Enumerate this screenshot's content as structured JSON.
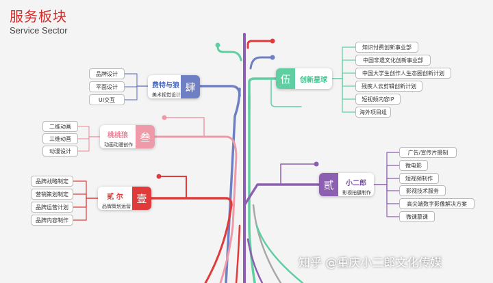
{
  "title": {
    "cn": "服务板块",
    "en": "Service Sector"
  },
  "colors": {
    "red": "#e03a3a",
    "pink": "#ef9aa8",
    "blue": "#6f7fc4",
    "green": "#5fcfa2",
    "purple": "#8c5fb0",
    "gray": "#a8a8a8"
  },
  "branches": {
    "si": {
      "name": "费特与狼",
      "sub": "美术视觉设计",
      "badge": "肆",
      "leaves": [
        "品牌设计",
        "平面设计",
        "UI交互"
      ]
    },
    "san": {
      "name": "桃桃狼",
      "sub": "动画动漫创作",
      "badge": "叁",
      "leaves": [
        "二维动画",
        "三维动画",
        "动漫设计"
      ]
    },
    "yi": {
      "name": "贰 尔",
      "sub": "品牌策划运营",
      "badge": "壹",
      "leaves": [
        "品牌战略制定",
        "营销策划制定",
        "品牌运营计划",
        "品牌内容制作"
      ]
    },
    "wu": {
      "name": "创新星球",
      "sub": "",
      "badge": "伍",
      "leaves": [
        "知识付费创新事业部",
        "中国非遗文化创新事业部",
        "中国大学生创作人生态圈创新计划",
        "残疾人云剪辑创新计划",
        "短视频内容IP",
        "海外项目组"
      ]
    },
    "er": {
      "name": "小二郎",
      "sub": "影视拍摄制作",
      "badge": "贰",
      "leaves": [
        "广告/宣传片摄制",
        "微电影",
        "短视频制作",
        "影视技术服务",
        "高尖端数字影像解决方案",
        "微课慕课"
      ]
    }
  },
  "watermark": "知乎 @重庆小二郎文化传媒"
}
